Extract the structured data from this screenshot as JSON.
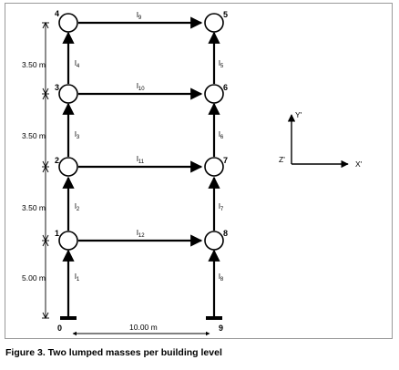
{
  "nodes": [
    {
      "id": "node-0",
      "label": "0"
    },
    {
      "id": "node-1",
      "label": "1"
    },
    {
      "id": "node-2",
      "label": "2"
    },
    {
      "id": "node-3",
      "label": "3"
    },
    {
      "id": "node-4",
      "label": "4"
    },
    {
      "id": "node-5",
      "label": "5"
    },
    {
      "id": "node-6",
      "label": "6"
    },
    {
      "id": "node-7",
      "label": "7"
    },
    {
      "id": "node-8",
      "label": "8"
    },
    {
      "id": "node-9",
      "label": "9"
    }
  ],
  "members": {
    "l1": {
      "main": "l",
      "sub": "1"
    },
    "l2": {
      "main": "l",
      "sub": "2"
    },
    "l3": {
      "main": "l",
      "sub": "3"
    },
    "l4": {
      "main": "l",
      "sub": "4"
    },
    "l5": {
      "main": "l",
      "sub": "5"
    },
    "l6": {
      "main": "l",
      "sub": "6"
    },
    "l7": {
      "main": "l",
      "sub": "7"
    },
    "l8": {
      "main": "l",
      "sub": "8"
    },
    "l9": {
      "main": "l",
      "sub": "9"
    },
    "l10": {
      "main": "l",
      "sub": "10"
    },
    "l11": {
      "main": "l",
      "sub": "11"
    },
    "l12": {
      "main": "l",
      "sub": "12"
    }
  },
  "story_heights": [
    "3.50 m",
    "3.50 m",
    "3.50 m",
    "5.00 m"
  ],
  "bay_width": "10.00 m",
  "axes": {
    "y": "Y'",
    "x": "X'",
    "z": "Z'"
  },
  "caption": "Figure 3. Two lumped masses per building level",
  "colors": {
    "line": "#000000",
    "background": "#ffffff",
    "frame": "#999999"
  }
}
